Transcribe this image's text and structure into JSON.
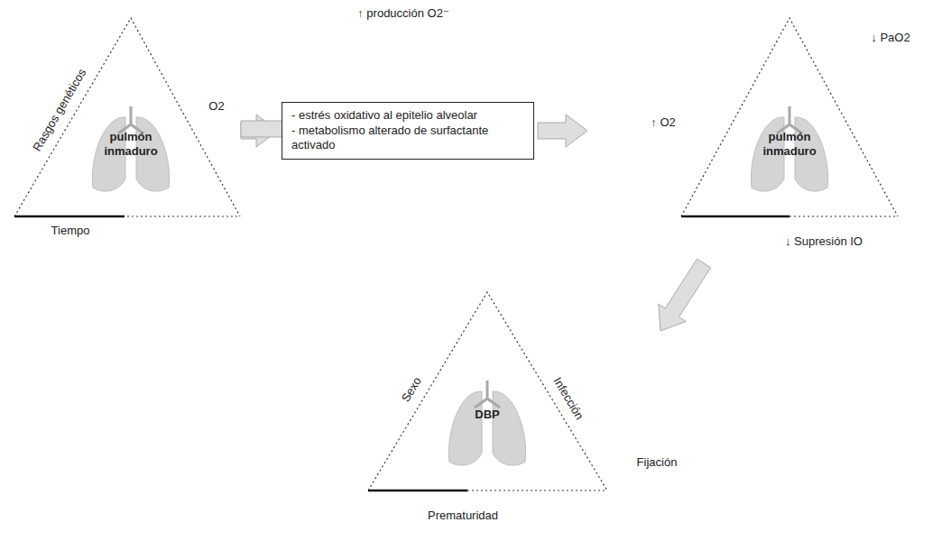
{
  "diagram": {
    "nodes": [
      {
        "text": [
          "pulmón inmaduro",
          "Rasgos genéticos",
          "O2",
          "Tiempo"
        ]
      },
      {
        "text": [
          "- estrés oxidativo al epitelio alveolar",
          "- metabolismo alterado de surfactante activado"
        ]
      },
      {
        "text": [
          "pulmón inmaduro",
          "↑ O2",
          "↓ PaO2",
          "↓ Supresión IO"
        ]
      },
      {
        "text": [
          "DBP",
          "Sexo",
          "Infección",
          "Prematuridad"
        ]
      }
    ],
    "edges": [
      {
        "from": 0,
        "to": 1,
        "arrow": "to"
      },
      {
        "from": 1,
        "to": 2,
        "arrow": "to"
      },
      {
        "from": 0,
        "to": 3,
        "arrow": "to"
      },
      {
        "from": 2,
        "to": 3,
        "arrow": "to"
      }
    ],
    "labels": [
      "↑ producción O2⁻",
      "Fijación"
    ]
  }
}
